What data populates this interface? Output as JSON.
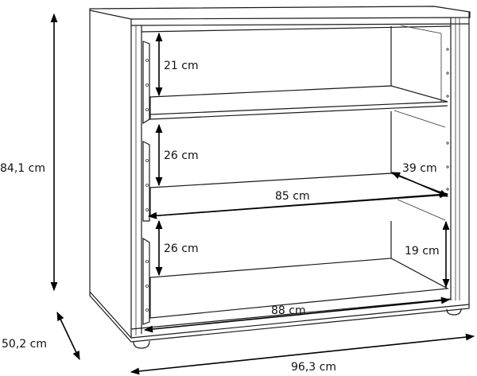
{
  "overall": {
    "height_label": "84,1 cm",
    "depth_label": "50,2 cm",
    "width_label": "96,3 cm"
  },
  "drawers": {
    "top_height_label": "21 cm",
    "middle_height_label": "26 cm",
    "bottom_height_label": "26 cm",
    "inner_depth_label": "39 cm",
    "inner_width_label": "85 cm",
    "bottom_inner_height_label": "19 cm",
    "front_width_label": "88 cm"
  },
  "colors": {
    "line": "#1a1a1a",
    "background": "#ffffff"
  }
}
